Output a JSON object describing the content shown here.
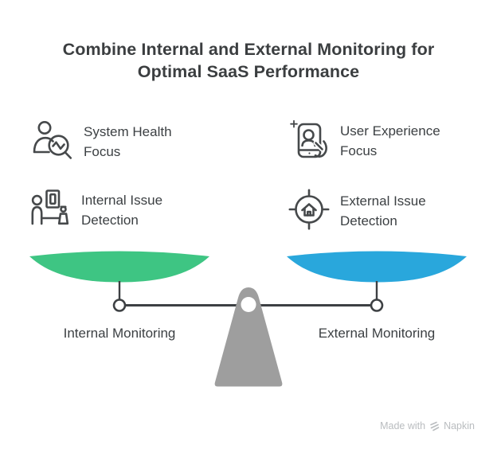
{
  "title": "Combine Internal and External Monitoring for Optimal SaaS Performance",
  "features": [
    {
      "label": "System Health Focus",
      "icon": "person-health-magnifier-icon"
    },
    {
      "label": "User Experience Focus",
      "icon": "phone-user-hand-icon"
    },
    {
      "label": "Internal Issue Detection",
      "icon": "person-inspection-icon"
    },
    {
      "label": "External Issue Detection",
      "icon": "target-home-icon"
    }
  ],
  "scale": {
    "left_label": "Internal Monitoring",
    "right_label": "External Monitoring",
    "left_pan_color": "#3ec583",
    "right_pan_color": "#29a7dc",
    "fulcrum_color": "#9e9e9e",
    "beam_color": "#3d4043",
    "icon_stroke_color": "#46494b"
  },
  "watermark": {
    "prefix": "Made with",
    "brand": "Napkin"
  }
}
